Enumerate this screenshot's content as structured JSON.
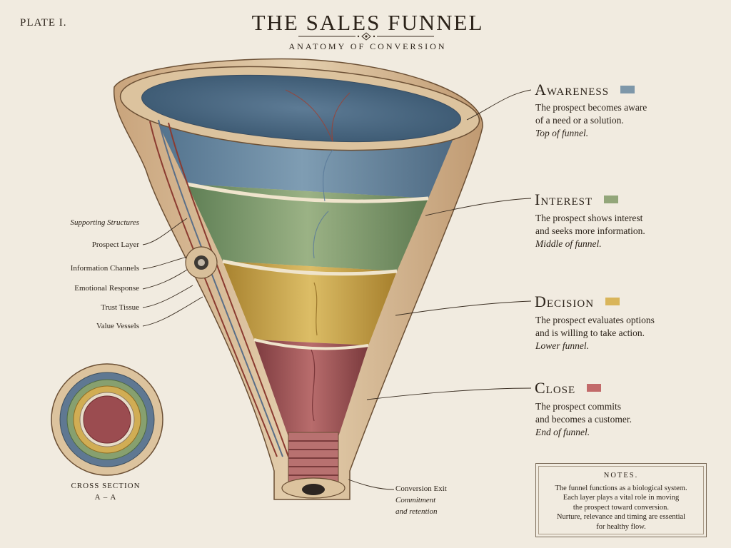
{
  "header": {
    "plate": "PLATE I.",
    "title": "THE SALES FUNNEL",
    "subtitle": "ANATOMY OF CONVERSION"
  },
  "stages": [
    {
      "name": "Awareness",
      "line1": "The prospect becomes aware",
      "line2": "of a need or a solution.",
      "line3": "Top of funnel.",
      "color": "#7e97a9"
    },
    {
      "name": "Interest",
      "line1": "The prospect shows interest",
      "line2": "and seeks more information.",
      "line3": "Middle of funnel.",
      "color": "#93a67a"
    },
    {
      "name": "Decision",
      "line1": "The prospect evaluates options",
      "line2": "and is willing to take action.",
      "line3": "Lower funnel.",
      "color": "#d9b55a"
    },
    {
      "name": "Close",
      "line1": "The prospect commits",
      "line2": "and becomes a customer.",
      "line3": "End of funnel.",
      "color": "#c26a6a"
    }
  ],
  "annotations": {
    "heading": "Supporting Structures",
    "items": [
      "Prospect Layer",
      "Information Channels",
      "Emotional Response",
      "Trust Tissue",
      "Value Vessels"
    ]
  },
  "cross_section": {
    "label1": "CROSS SECTION",
    "label2": "A – A"
  },
  "exit": {
    "label": "Conversion Exit",
    "line1": "Commitment",
    "line2": "and retention"
  },
  "notes": {
    "title": "NOTES.",
    "lines": [
      "The funnel functions as a biological system.",
      "Each layer plays a vital role in moving",
      "the prospect toward conversion.",
      "Nurture, relevance and timing are essential",
      "for healthy flow."
    ]
  },
  "colors": {
    "background": "#f1ebe0",
    "ink": "#2b2219",
    "wall": "#d9c09e",
    "awareness": "#6f8ea6",
    "interest": "#86a06f",
    "decision": "#cda84c",
    "close": "#a4575a"
  }
}
